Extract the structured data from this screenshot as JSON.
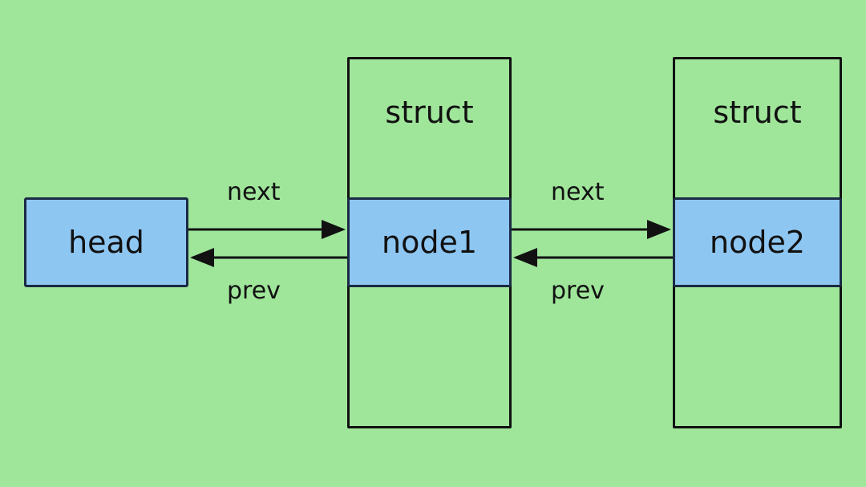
{
  "diagram": {
    "head_label": "head",
    "nodes": [
      {
        "struct_label": "struct",
        "node_label": "node1"
      },
      {
        "struct_label": "struct",
        "node_label": "node2"
      }
    ],
    "links": [
      {
        "next_label": "next",
        "prev_label": "prev"
      },
      {
        "next_label": "next",
        "prev_label": "prev"
      }
    ]
  }
}
